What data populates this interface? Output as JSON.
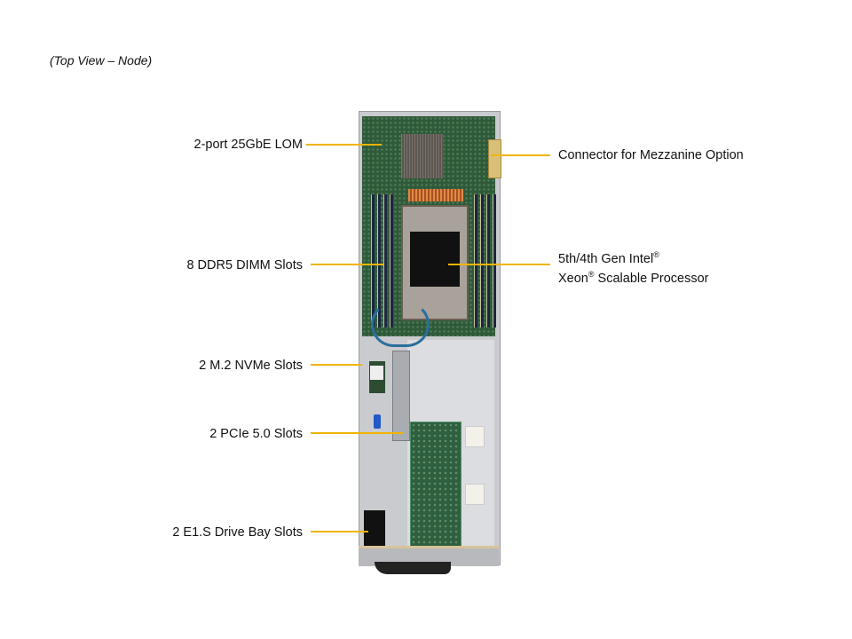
{
  "caption": "(Top View – Node)",
  "labels_left": {
    "lom": "2-port 25GbE LOM",
    "dimm": "8 DDR5 DIMM Slots",
    "m2": "2 M.2 NVMe Slots",
    "pcie": "2 PCIe 5.0 Slots",
    "e1s": "2 E1.S Drive Bay Slots"
  },
  "labels_right": {
    "mezzanine": "Connector for Mezzanine Option",
    "cpu_line1": "5th/4th Gen Intel",
    "cpu_line2_a": "Xeon",
    "cpu_line2_b": " Scalable Processor",
    "registered": "®"
  },
  "colors": {
    "leader_line": "#f0b400"
  }
}
